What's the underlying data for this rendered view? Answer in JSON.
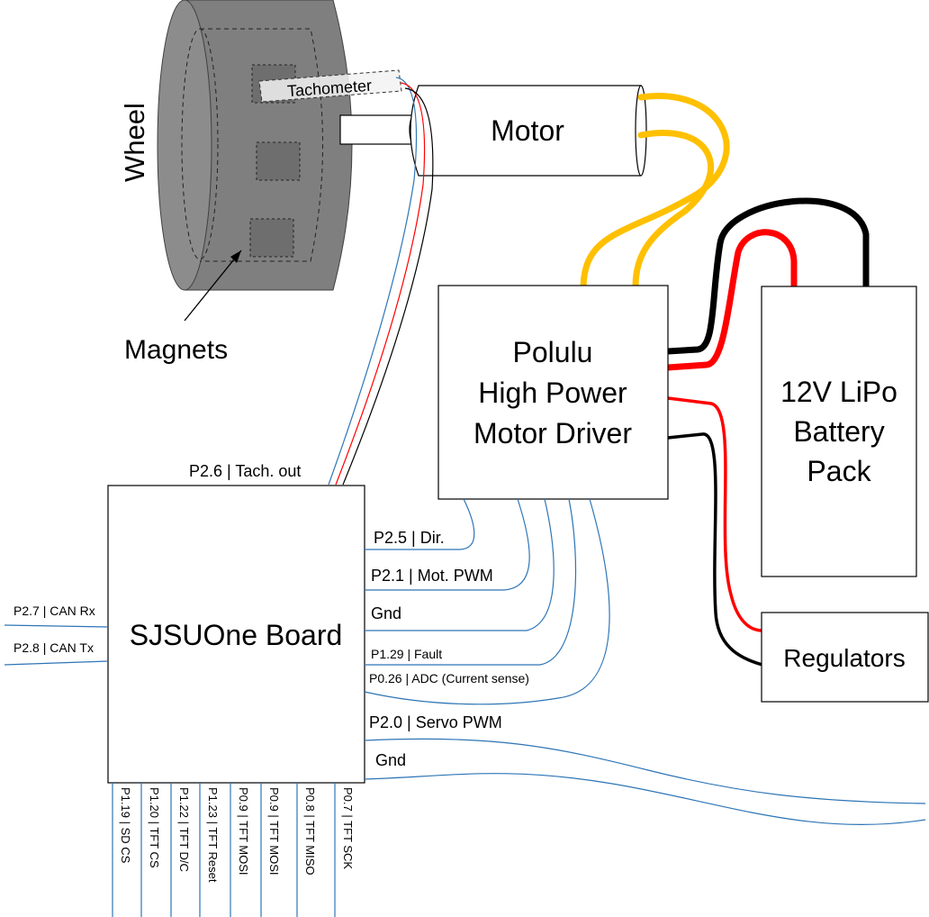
{
  "labels": {
    "wheel": "Wheel",
    "tachometer": "Tachometer",
    "motor": "Motor",
    "magnets": "Magnets",
    "driver_line1": "Polulu",
    "driver_line2": "High Power",
    "driver_line3": "Motor Driver",
    "battery_line1": "12V LiPo",
    "battery_line2": "Battery",
    "battery_line3": "Pack",
    "regulators": "Regulators",
    "board": "SJSUOne Board"
  },
  "pins": {
    "tach_out": "P2.6 | Tach. out",
    "dir": "P2.5 | Dir.",
    "mot_pwm": "P2.1 | Mot. PWM",
    "gnd_driver": "Gnd",
    "fault": "P1.29 | Fault",
    "adc": "P0.26 | ADC (Current sense)",
    "servo_pwm": "P2.0 | Servo PWM",
    "gnd_servo": "Gnd",
    "can_rx": "P2.7 | CAN Rx",
    "can_tx": "P2.8 | CAN Tx",
    "bottom": [
      "P1.19 | SD CS",
      "P1.20 | TFT CS",
      "P1.22 | TFT D/C",
      "P1.23 | TFT Reset",
      "P0.9 | TFT MOSI",
      "P0.9 | TFT MOSI",
      "P0.8 | TFT MISO",
      "P0.7 | TFT SCK"
    ]
  },
  "colors": {
    "signal_wire": "#2e75b6",
    "power_wire_yellow": "#ffc000",
    "power_wire_red": "#ff0000",
    "power_wire_black": "#000000",
    "wheel_body": "#7f7f7f",
    "wheel_face": "#8c8c8c",
    "magnet": "#6e6e6e"
  }
}
